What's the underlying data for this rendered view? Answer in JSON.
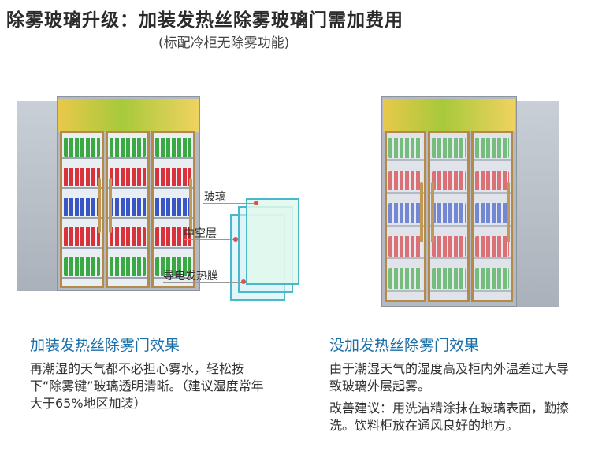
{
  "header": {
    "title": "除雾玻璃升级：加装发热丝除雾玻璃门需加费用",
    "note": "(标配冷柜无除雾功能)"
  },
  "diagram": {
    "labels": {
      "glass": "玻璃",
      "air_layer": "中空层",
      "heating_film": "导电发热膜"
    }
  },
  "left_section": {
    "title": "加装发热丝除雾门效果",
    "text": "再潮湿的天气都不必担心雾水，轻松按下“除雾键”玻璃透明清晰。（建议湿度常年大于65%地区加装）"
  },
  "right_section": {
    "title": "没加发热丝除雾门效果",
    "text1": "由于潮湿天气的湿度高及柜内外温差过大导致玻璃外层起雾。",
    "text2": "改善建议：用洗洁精涂抹在玻璃表面，勤擦洗。饮料柜放在通风良好的地方。"
  },
  "colors": {
    "accent_title": "#1a6fa8",
    "glass_edge": "#4ab8c8",
    "frame_gold": "#b48a4a"
  }
}
